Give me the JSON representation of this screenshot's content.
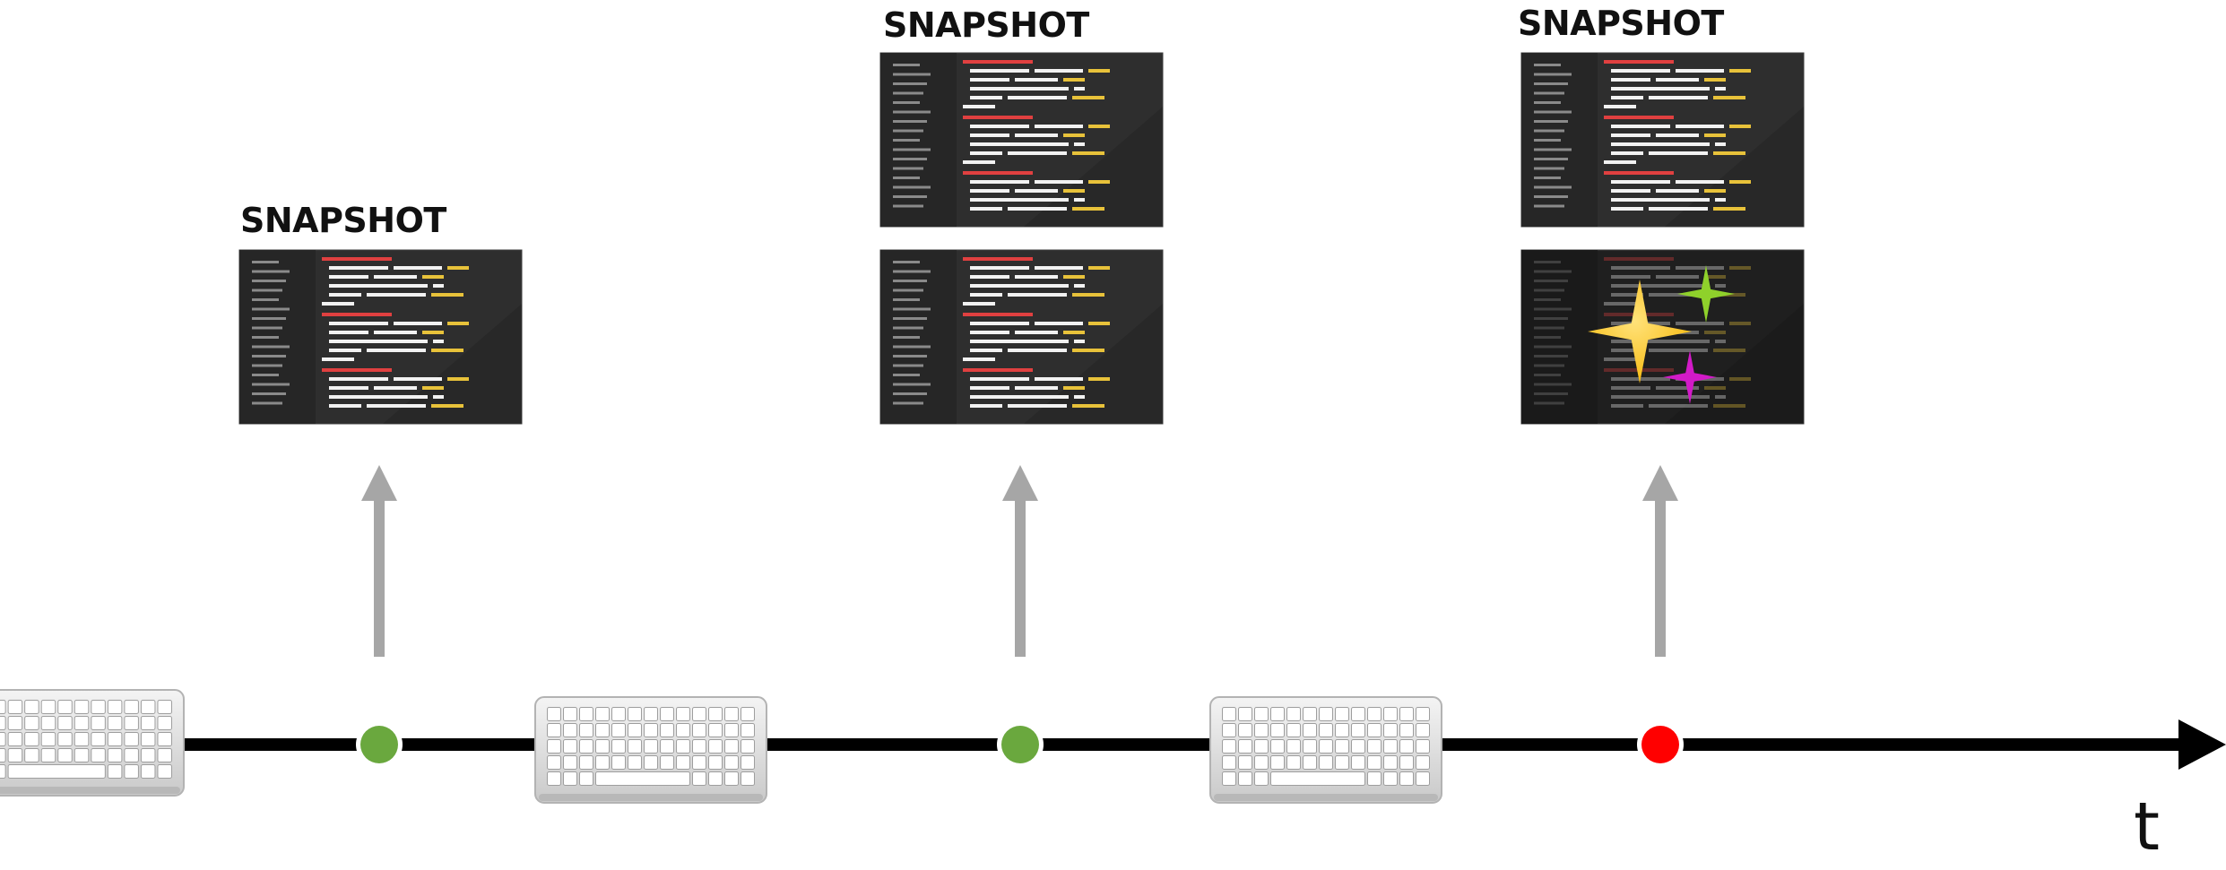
{
  "diagram": {
    "snapshot_label": "SNAPSHOT",
    "axis_label": "t",
    "events": [
      {
        "type": "keyboard",
        "name": "typing-1"
      },
      {
        "type": "checkpoint",
        "status": "ok",
        "color": "#6aa83e",
        "snapshots": 1
      },
      {
        "type": "keyboard",
        "name": "typing-2"
      },
      {
        "type": "checkpoint",
        "status": "ok",
        "color": "#6aa83e",
        "snapshots": 2
      },
      {
        "type": "keyboard",
        "name": "typing-3"
      },
      {
        "type": "checkpoint",
        "status": "error",
        "color": "#ff0000",
        "snapshots": 2,
        "last_snapshot_corrupted": true
      }
    ],
    "colors": {
      "axis": "#000000",
      "arrow": "#a6a6a6",
      "code_bg": "#2e2e2e",
      "code_gutter": "#262626",
      "code_red": "#e04040",
      "code_white": "#f2f2f2",
      "code_yellow": "#e8c23a",
      "spark_gold": "#f7b500",
      "spark_green": "#8fd12b",
      "spark_magenta": "#d21ac8"
    },
    "icons": [
      "keyboard-icon",
      "code-snapshot-icon",
      "sparkle-icon",
      "upward-arrow-icon"
    ]
  }
}
